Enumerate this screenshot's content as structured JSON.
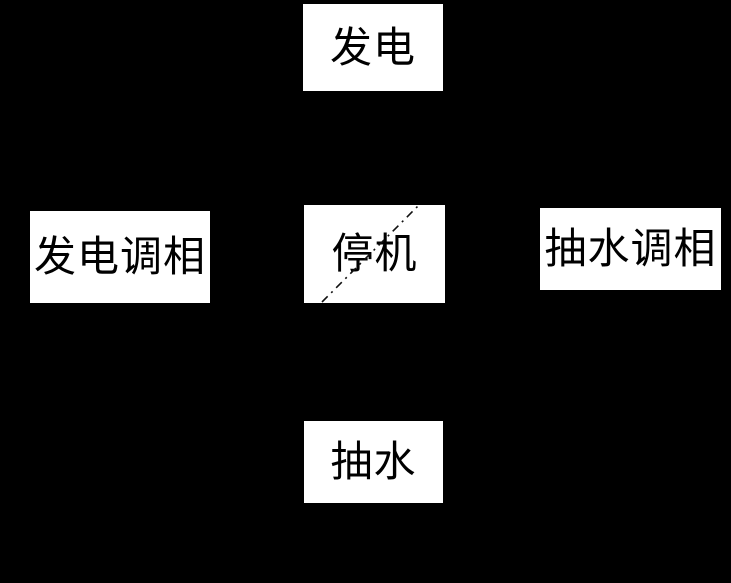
{
  "diagram": {
    "title": "pumped-storage unit operating state diagram",
    "background_color": "#000000",
    "node_fill_color": "#ffffff",
    "node_text_color": "#000000",
    "nodes": [
      {
        "id": "generate",
        "label": "发电"
      },
      {
        "id": "generate-condenser",
        "label": "发电调相"
      },
      {
        "id": "shutdown",
        "label": "停机"
      },
      {
        "id": "pump-condenser",
        "label": "抽水调相"
      },
      {
        "id": "pump",
        "label": "抽水"
      }
    ],
    "connector": {
      "style": "dash-dot",
      "color": "#111111",
      "description": "diagonal dash-dot line crossing the shutdown box from bottom-left to top-right"
    }
  }
}
